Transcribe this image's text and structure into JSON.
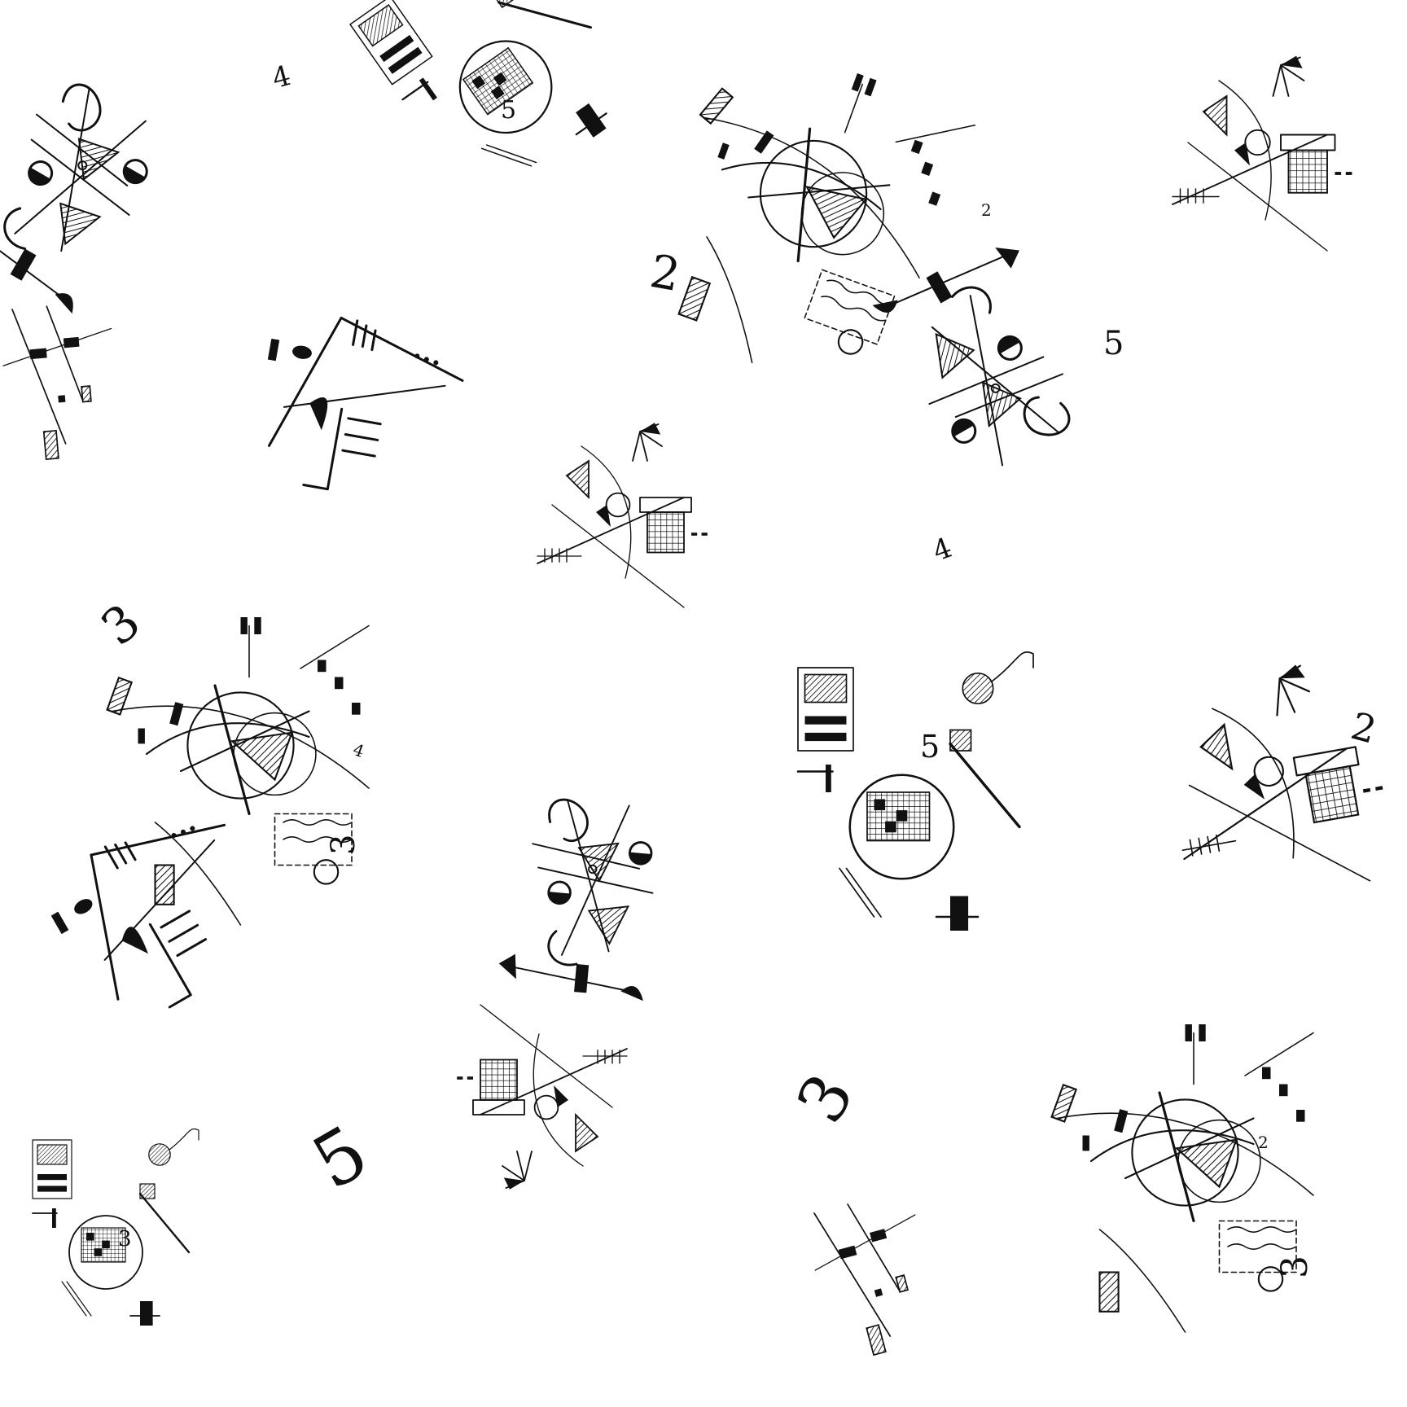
{
  "pattern": {
    "background": "#ffffff",
    "ink": "#111111",
    "numerals": [
      "4",
      "5",
      "2",
      "2",
      "2",
      "5",
      "3",
      "4",
      "4",
      "3",
      "5",
      "2",
      "3",
      "3",
      "5",
      "3"
    ]
  }
}
